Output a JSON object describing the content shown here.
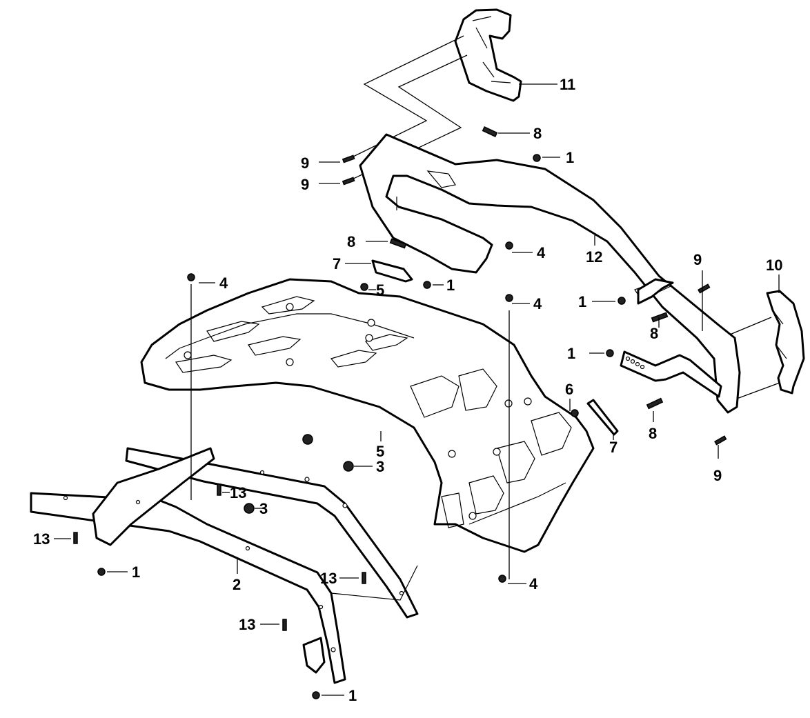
{
  "diagram": {
    "title": "Rear rack exploded parts view",
    "colors": {
      "line": "#000000",
      "background": "#ffffff"
    },
    "callouts": [
      {
        "id": "c11",
        "label": "11",
        "part": "handle-grip-upper"
      },
      {
        "id": "c8a",
        "label": "8",
        "part": "bolt"
      },
      {
        "id": "c1a",
        "label": "1",
        "part": "nut"
      },
      {
        "id": "c9a",
        "label": "9",
        "part": "screw"
      },
      {
        "id": "c9b",
        "label": "9",
        "part": "screw"
      },
      {
        "id": "c8b",
        "label": "8",
        "part": "bolt"
      },
      {
        "id": "c4a",
        "label": "4",
        "part": "screw"
      },
      {
        "id": "c7a",
        "label": "7",
        "part": "reflector"
      },
      {
        "id": "c1b",
        "label": "1",
        "part": "nut"
      },
      {
        "id": "c5a",
        "label": "5",
        "part": "nut"
      },
      {
        "id": "c4b",
        "label": "4",
        "part": "screw"
      },
      {
        "id": "c12",
        "label": "12",
        "part": "rear-handle-bar"
      },
      {
        "id": "c9c",
        "label": "9",
        "part": "screw"
      },
      {
        "id": "c10",
        "label": "10",
        "part": "handle-grip-lower"
      },
      {
        "id": "c4c",
        "label": "4",
        "part": "screw"
      },
      {
        "id": "c1c",
        "label": "1",
        "part": "nut"
      },
      {
        "id": "c8c",
        "label": "8",
        "part": "bolt"
      },
      {
        "id": "c1d",
        "label": "1",
        "part": "nut"
      },
      {
        "id": "c6",
        "label": "6",
        "part": "nut"
      },
      {
        "id": "c7b",
        "label": "7",
        "part": "reflector"
      },
      {
        "id": "c8d",
        "label": "8",
        "part": "bolt"
      },
      {
        "id": "c9d",
        "label": "9",
        "part": "screw"
      },
      {
        "id": "c5b",
        "label": "5",
        "part": "rack-panel"
      },
      {
        "id": "c3a",
        "label": "3",
        "part": "grommet"
      },
      {
        "id": "c13a",
        "label": "13",
        "part": "bolt"
      },
      {
        "id": "c3b",
        "label": "3",
        "part": "grommet"
      },
      {
        "id": "c13b",
        "label": "13",
        "part": "bolt"
      },
      {
        "id": "c1e",
        "label": "1",
        "part": "nut"
      },
      {
        "id": "c2",
        "label": "2",
        "part": "rack-frame"
      },
      {
        "id": "c13c",
        "label": "13",
        "part": "bolt"
      },
      {
        "id": "c4d",
        "label": "4",
        "part": "screw"
      },
      {
        "id": "c13d",
        "label": "13",
        "part": "bolt"
      },
      {
        "id": "c1f",
        "label": "1",
        "part": "nut"
      }
    ]
  }
}
